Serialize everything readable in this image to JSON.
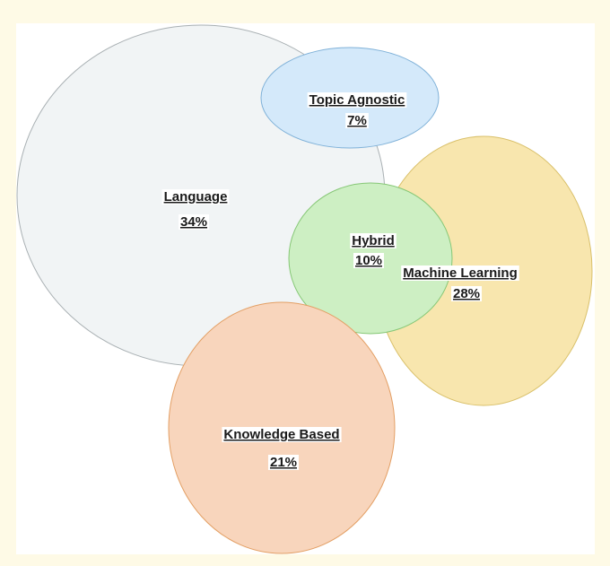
{
  "colors": {
    "background": "#fefae6",
    "canvas": "#ffffff",
    "language": "#f1f4f5",
    "topic_agnostic": "#d4e9fa",
    "machine_learning": "#f8e6ae",
    "hybrid": "#cdefc3",
    "knowledge_based": "#f8d5bc"
  },
  "circles": {
    "language": {
      "name": "Language",
      "value": "34%"
    },
    "topic_agnostic": {
      "name": "Topic Agnostic",
      "value": "7%"
    },
    "machine_learning": {
      "name": "Machine Learning",
      "value": "28%"
    },
    "hybrid": {
      "name": "Hybrid",
      "value": "10%"
    },
    "knowledge_based": {
      "name": "Knowledge Based",
      "value": "21%"
    }
  }
}
